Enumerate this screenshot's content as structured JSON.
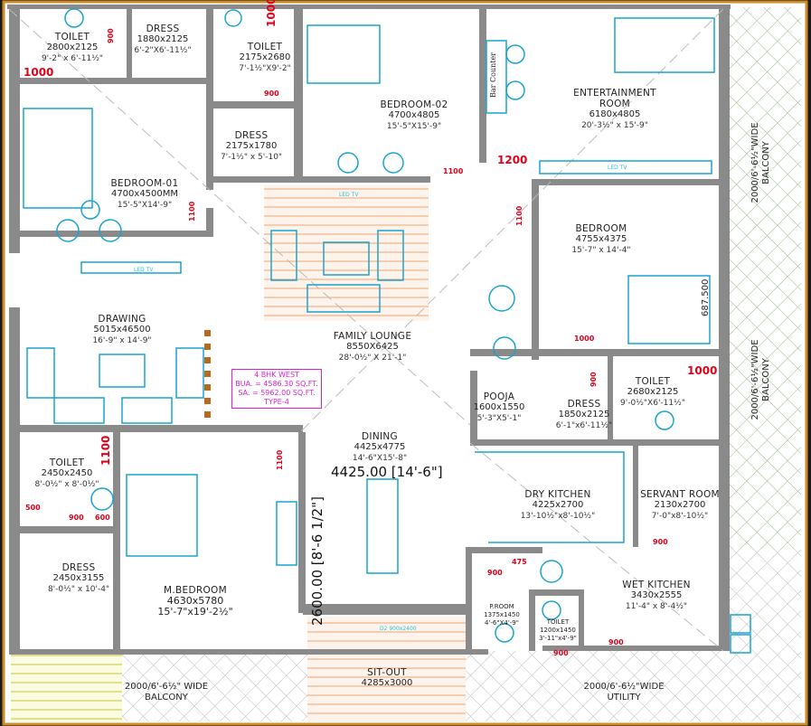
{
  "rooms": [
    {
      "name": "TOILET",
      "size": "2800x2125",
      "imperial": "9'-2\" x 6'-11½\""
    },
    {
      "name": "DRESS",
      "size": "1880x2125",
      "imperial": "6'-2\"X6'-11½\""
    },
    {
      "name": "TOILET",
      "size": "2175x2680",
      "imperial": "7'-1½\"X9'-2\""
    },
    {
      "name": "DRESS",
      "size": "2175x1780",
      "imperial": "7'-1½\" x 5'-10\""
    },
    {
      "name": "BEDROOM-02",
      "size": "4700x4805",
      "imperial": "15'-5\"X15'-9\""
    },
    {
      "name": "ENTERTAINMENT ROOM",
      "size": "6180x4805",
      "imperial": "20'-3½\" x 15'-9\""
    },
    {
      "name": "BEDROOM-01",
      "size": "4700x4500MM",
      "imperial": "15'-5\"X14'-9\""
    },
    {
      "name": "BEDROOM",
      "size": "4755x4375",
      "imperial": "15'-7\" x 14'-4\""
    },
    {
      "name": "DRAWING",
      "size": "5015x46500",
      "imperial": "16'-9\" x 14'-9\""
    },
    {
      "name": "FAMILY LOUNGE",
      "size": "8550X6425",
      "imperial": "28'-0½\" X 21'-1\""
    },
    {
      "name": "POOJA",
      "size": "1600x1550",
      "imperial": "5'-3\"X5'-1\""
    },
    {
      "name": "DRESS",
      "size": "1850x2125",
      "imperial": "6'-1\"x6'-11½\""
    },
    {
      "name": "TOILET",
      "size": "2680x2125",
      "imperial": "9'-0½\"X6'-11½\""
    },
    {
      "name": "DINING",
      "size": "4425x4775",
      "imperial": "14'-6\"X15'-8\""
    },
    {
      "name": "TOILET",
      "size": "2450x2450",
      "imperial": "8'-0½\" x 8'-0½\""
    },
    {
      "name": "DRY KITCHEN",
      "size": "4225x2700",
      "imperial": "13'-10½\"x8'-10½\""
    },
    {
      "name": "SERVANT ROOM",
      "size": "2130x2700",
      "imperial": "7'-0\"x8'-10½\""
    },
    {
      "name": "DRESS",
      "size": "2450x3155",
      "imperial": "8'-0½\" x 10'-4\""
    },
    {
      "name": "M.BEDROOM",
      "size": "4630x5780",
      "imperial": "15'-7\"x19'-2½\""
    },
    {
      "name": "WET KITCHEN",
      "size": "3430x2555",
      "imperial": "11'-4\" x 8'-4½\""
    },
    {
      "name": "P.ROOM",
      "size": "1375x1450",
      "imperial": "4'-6\"X4'-9\""
    },
    {
      "name": "TOILET",
      "size": "1200x1450",
      "imperial": "3'-11\"x4'-9\""
    },
    {
      "name": "SIT-OUT",
      "size": "4285x3000",
      "imperial": ""
    }
  ],
  "balconies": {
    "right_top": "2000/6'-6½\"WIDE BALCONY",
    "right_bottom": "2000/6'-6½\"WIDE BALCONY",
    "bottom_left": "2000/6'-6½\" WIDE BALCONY",
    "utility": "2000/6'-6½\"WIDE UTILITY"
  },
  "info_box": {
    "line1": "4 BHK WEST",
    "line2": "BUA. = 4586.30 SQ.FT.",
    "line3": "SA. = 5962.00 SQ.FT.",
    "line4": "TYPE-4"
  },
  "dimensions": {
    "d1000": "1000",
    "d900": "900",
    "d1100": "1100",
    "d1200": "1200",
    "d500": "500",
    "d600": "600",
    "d475": "475",
    "d687": "687.500",
    "dining_width": "4425.00 [14'-6\"]",
    "dining_height": "2600.00 [8'-6 1/2\"]"
  },
  "fixtures": {
    "bar_counter": "Bar Counter",
    "led_tv": "LED TV",
    "door_code": "D2 900x2400"
  },
  "colors": {
    "wall": "#8a8a8a",
    "furniture": "#1aa3d0",
    "dimension": "#e0001a",
    "frame": "#d08a2a",
    "info": "#e020d0",
    "balcony_hatch": "#9ab88a"
  }
}
